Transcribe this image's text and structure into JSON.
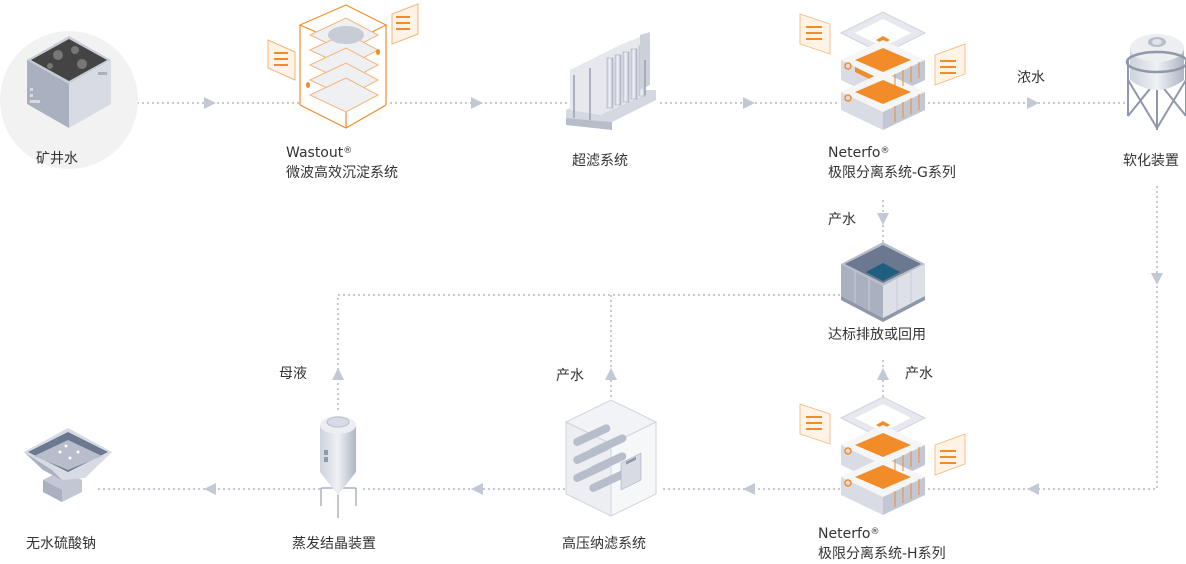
{
  "diagram": {
    "type": "process-flow",
    "colors": {
      "line": "#c5cad3",
      "arrow": "#c2c8d4",
      "accent": "#f28c28",
      "steel_light": "#e6e8ee",
      "steel_mid": "#b7bdcb",
      "steel_dark": "#8f97aa",
      "water_clean": "#1f5e7e",
      "mud": "#4a4a4a",
      "halo": "#f2f2f2"
    },
    "nodes": [
      {
        "id": "mine-water",
        "label": "矿井水"
      },
      {
        "id": "wastout",
        "brand": "Wastout",
        "mark": "®",
        "label": "微波高效沉淀系统"
      },
      {
        "id": "ultrafiltration",
        "label": "超滤系统"
      },
      {
        "id": "neterfo-g",
        "brand": "Neterfo",
        "mark": "®",
        "label": "极限分离系统-G系列"
      },
      {
        "id": "softener",
        "label": "软化装置"
      },
      {
        "id": "discharge",
        "label": "达标排放或回用"
      },
      {
        "id": "neterfo-h",
        "brand": "Neterfo",
        "mark": "®",
        "label": "极限分离系统-H系列"
      },
      {
        "id": "nanofiltration",
        "label": "高压纳滤系统"
      },
      {
        "id": "evaporation",
        "label": "蒸发结晶装置"
      },
      {
        "id": "sodium-sulfate",
        "label": "无水硫酸钠"
      }
    ],
    "flow_labels": {
      "concentrate": "浓水",
      "product_g": "产水",
      "product_h": "产水",
      "product_nf": "产水",
      "mother_liquor": "母液"
    },
    "edges": [
      {
        "from": "mine-water",
        "to": "wastout"
      },
      {
        "from": "wastout",
        "to": "ultrafiltration"
      },
      {
        "from": "ultrafiltration",
        "to": "neterfo-g"
      },
      {
        "from": "neterfo-g",
        "to": "softener",
        "label": "浓水"
      },
      {
        "from": "neterfo-g",
        "to": "discharge",
        "label": "产水"
      },
      {
        "from": "softener",
        "to": "neterfo-h"
      },
      {
        "from": "neterfo-h",
        "to": "discharge",
        "label": "产水"
      },
      {
        "from": "neterfo-h",
        "to": "nanofiltration"
      },
      {
        "from": "nanofiltration",
        "to": "discharge",
        "label": "产水"
      },
      {
        "from": "nanofiltration",
        "to": "evaporation"
      },
      {
        "from": "evaporation",
        "to": "discharge",
        "label": "母液"
      },
      {
        "from": "evaporation",
        "to": "sodium-sulfate"
      }
    ]
  }
}
